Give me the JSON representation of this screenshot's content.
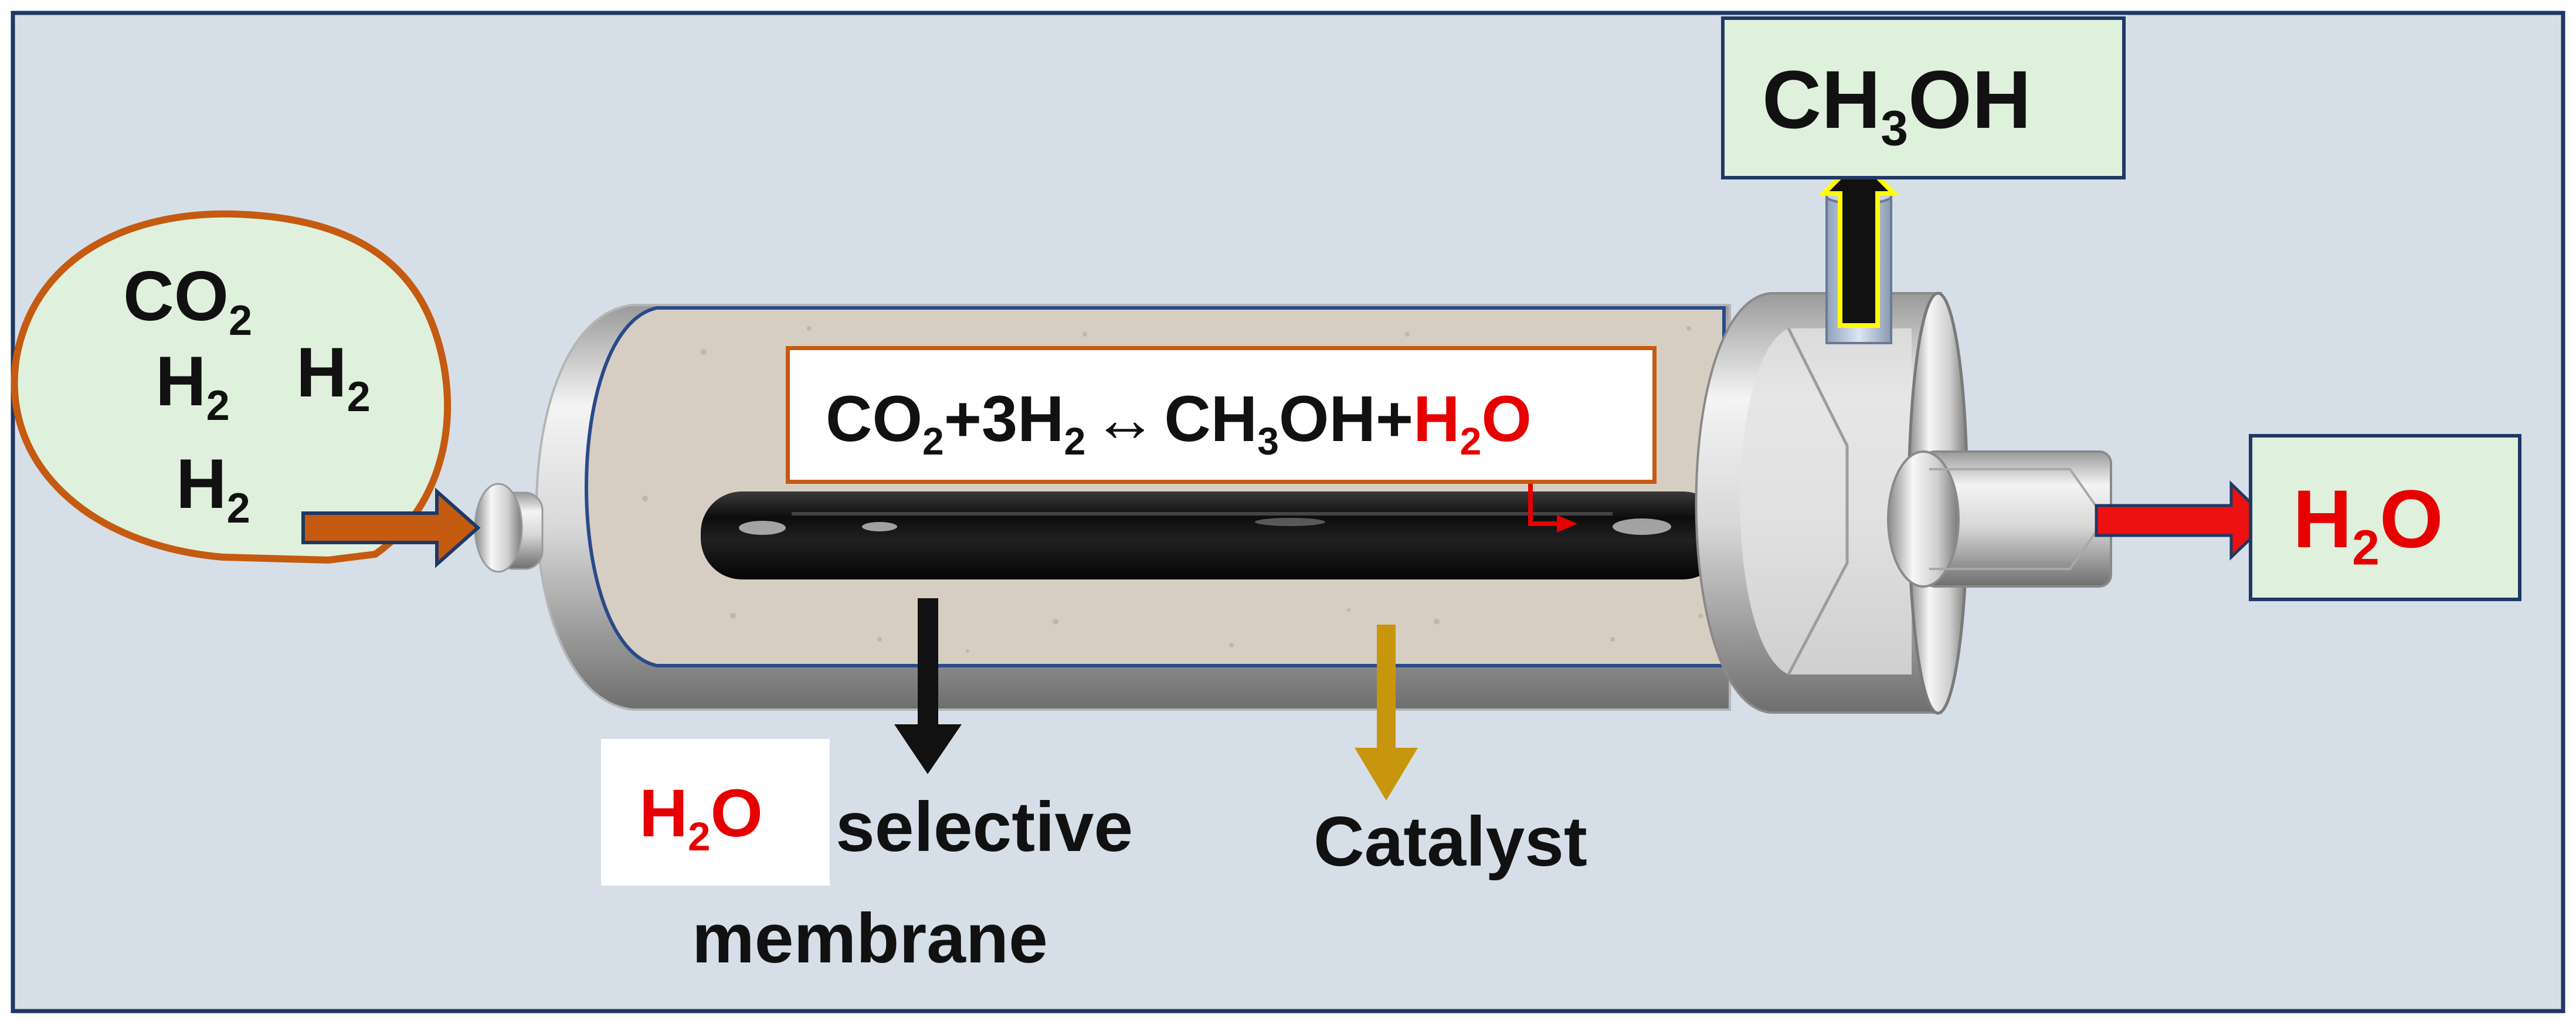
{
  "feed": {
    "co2": {
      "main": "CO",
      "sub": "2"
    },
    "h2_items": [
      {
        "main": "H",
        "sub": "2"
      },
      {
        "main": "H",
        "sub": "2"
      },
      {
        "main": "H",
        "sub": "2"
      }
    ]
  },
  "reaction": {
    "co2": {
      "main": "CO",
      "sub": "2"
    },
    "plus1": "+",
    "h2": {
      "main": "3H",
      "sub": "2"
    },
    "arrow": "↔",
    "ch3oh": {
      "main1": "CH",
      "sub": "3",
      "main2": "OH"
    },
    "plus2": "+",
    "h2o": {
      "main1": "H",
      "sub": "2",
      "main2": "O"
    }
  },
  "outputs": {
    "methanol": {
      "main1": "CH",
      "sub": "3",
      "main2": "OH"
    },
    "water": {
      "main1": "H",
      "sub": "2",
      "main2": "O"
    }
  },
  "membrane_label": {
    "h2o": {
      "main1": "H",
      "sub": "2",
      "main2": "O"
    },
    "line1": "selective",
    "line2": "membrane"
  },
  "catalyst_label": "Catalyst",
  "colors": {
    "background": "#d6dee8",
    "frame": "#1f3864",
    "feed_outline": "#c55a11",
    "label_box_fill": "#dff0dc",
    "water_red": "#e60000",
    "catalyst_arrow": "#c8960c",
    "methanol_arrow_outline": "#ffff00"
  }
}
